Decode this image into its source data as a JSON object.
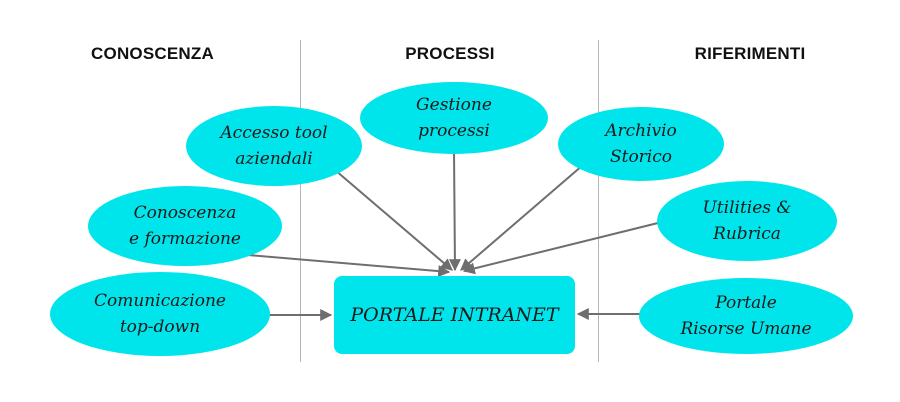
{
  "colors": {
    "node_fill": "#00e5ec",
    "arrow": "#6e6e6e",
    "divider": "#b5b5b5"
  },
  "columns": [
    "CONOSCENZA",
    "PROCESSI",
    "RIFERIMENTI"
  ],
  "center": "PORTALE INTRANET",
  "nodes": {
    "accesso": "Accesso tool\naziendali",
    "gestione": "Gestione\nprocessi",
    "archivio": "Archivio\nStorico",
    "conoscenza": "Conoscenza\ne formazione",
    "utilities": "Utilities &\nRubrica",
    "comunicazione": "Comunicazione\ntop-down",
    "portale_hr": "Portale\nRisorse Umane"
  }
}
